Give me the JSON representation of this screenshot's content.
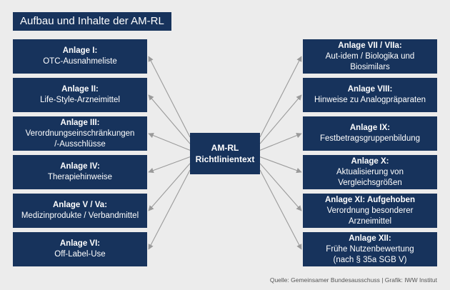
{
  "title": "Aufbau und Inhalte der AM-RL",
  "center": {
    "line1": "AM-RL",
    "line2": "Richtlinientext"
  },
  "left_boxes": [
    {
      "head": "Anlage I:",
      "sub": "OTC-Ausnahmeliste"
    },
    {
      "head": "Anlage II:",
      "sub": "Life-Style-Arzneimittel"
    },
    {
      "head": "Anlage III:",
      "sub": "Verordnungseinschränkungen\n/-Ausschlüsse"
    },
    {
      "head": "Anlage IV:",
      "sub": "Therapiehinweise"
    },
    {
      "head": "Anlage V / Va:",
      "sub": "Medizinprodukte / Verbandmittel"
    },
    {
      "head": "Anlage VI:",
      "sub": "Off-Label-Use"
    }
  ],
  "right_boxes": [
    {
      "head": "Anlage VII / VIIa:",
      "sub": "Aut-idem / Biologika und\nBiosimilars"
    },
    {
      "head": "Anlage VIII:",
      "sub": "Hinweise zu Analogpräparaten"
    },
    {
      "head": "Anlage IX:",
      "sub": "Festbetragsgruppenbildung"
    },
    {
      "head": "Anlage X:",
      "sub": "Aktualisierung von\nVergleichsgrößen"
    },
    {
      "head": "Anlage XI: Aufgehoben",
      "sub": "Verordnung besonderer\nArzneimittel"
    },
    {
      "head": "Anlage XII:",
      "sub": "Frühe Nutzenbewertung\n(nach § 35a SGB V)"
    }
  ],
  "source": "Quelle: Gemeinsamer Bundesausschuss | Grafik: IWW Institut",
  "colors": {
    "box": "#17335c",
    "background": "#ececec",
    "arrow": "#9a9a9a"
  }
}
